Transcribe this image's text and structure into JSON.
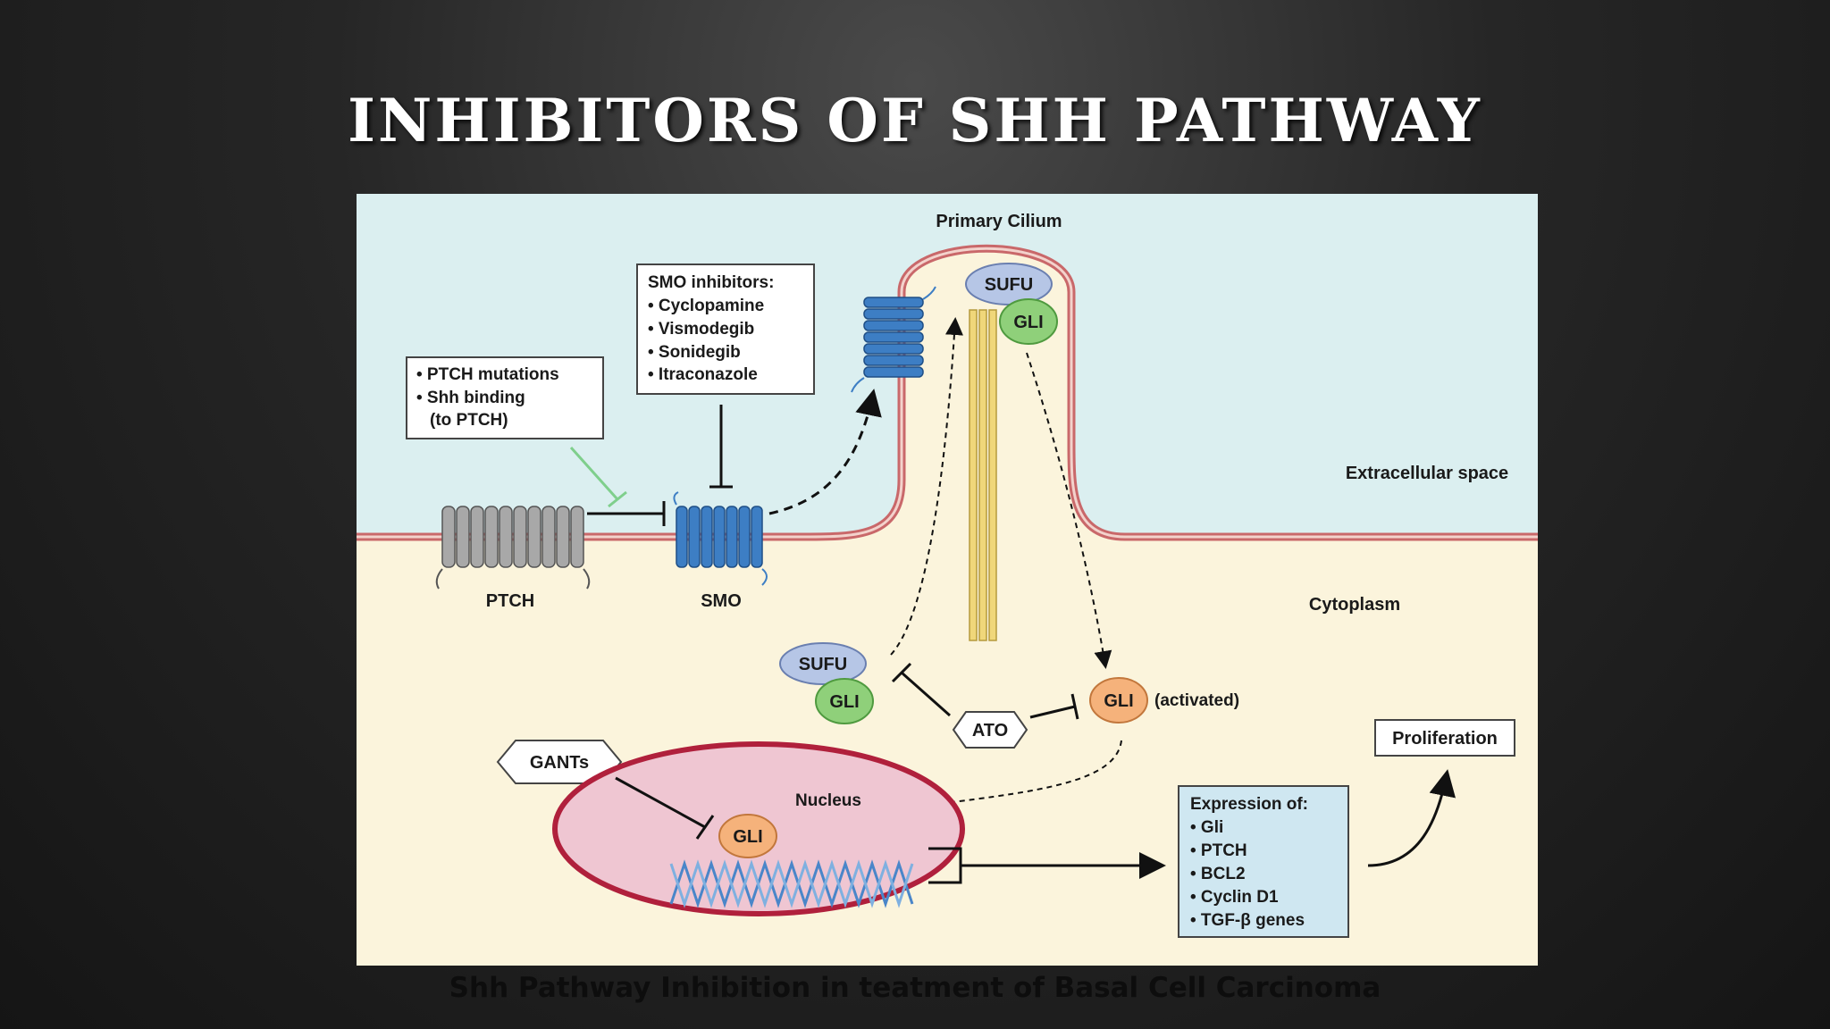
{
  "title": "INHIBITORS OF SHH PATHWAY",
  "caption": "Shh Pathway Inhibition in teatment of Basal Cell Carcinoma",
  "diagram": {
    "primary_cilium": "Primary Cilium",
    "extracellular_space": "Extracellular space",
    "cytoplasm": "Cytoplasm",
    "ptch_label": "PTCH",
    "smo_label": "SMO",
    "ptch_box": [
      "• PTCH mutations",
      "• Shh binding",
      "(to PTCH)"
    ],
    "smo_inhibitors_box": [
      "SMO inhibitors:",
      "• Cyclopamine",
      "• Vismodegib",
      "• Sonidegib",
      "• Itraconazole"
    ],
    "sufu": "SUFU",
    "gli": "GLI",
    "ato": "ATO",
    "activated": "(activated)",
    "gants": "GANTs",
    "nucleus": "Nucleus",
    "proliferation": "Proliferation",
    "expression_box": [
      "Expression of:",
      "• Gli",
      "• PTCH",
      "• BCL2",
      "• Cyclin D1",
      "• TGF-β genes"
    ]
  },
  "colors": {
    "extracellular": "#dbeff0",
    "cytoplasm": "#fbf4dc",
    "membrane": "#c9686a",
    "smo": "#3d7ec4",
    "ptch": "#a8a8a8",
    "gli": "#8fd07a",
    "gli_active": "#f5b27b",
    "sufu": "#b6c6e6",
    "nucleus": "#efc6d2",
    "expression_box": "#cfe7f1"
  }
}
